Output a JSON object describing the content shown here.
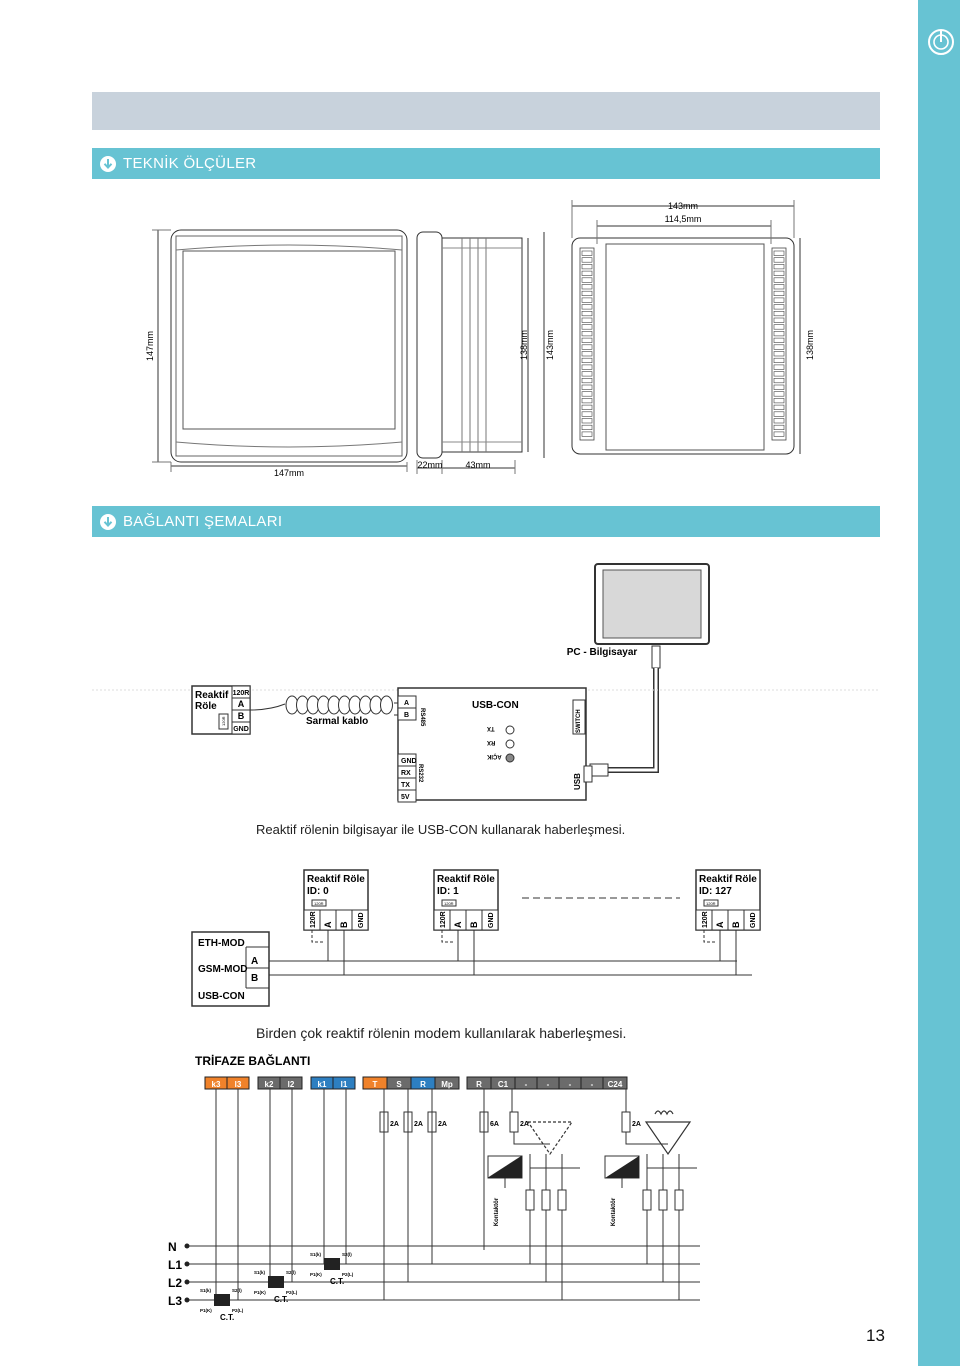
{
  "header": {
    "section1_title": "TEKNİK ÖLÇÜLER",
    "section2_title": "BAĞLANTI ŞEMALARI"
  },
  "dimensions": {
    "front_height": "147mm",
    "front_width": "147mm",
    "side_height_1": "138mm",
    "side_height_2": "143mm",
    "side_depth_a": "22mm",
    "side_depth_b": "43mm",
    "back_width_outer": "143mm",
    "back_width_inner": "114,5mm",
    "back_height": "138mm"
  },
  "usb_diagram": {
    "pc_label": "PC - Bilgisayar",
    "relay_title_1": "Reaktif",
    "relay_title_2": "Röle",
    "relay_terminals": [
      "120R",
      "A",
      "B",
      "GND"
    ],
    "relay_switch": "120R",
    "cable_label": "Sarmal kablo",
    "usbcon_title": "USB-CON",
    "rs485_pins": [
      "A",
      "B"
    ],
    "rs485_label": "RS485",
    "rs232_pins": [
      "GND",
      "RX",
      "TX",
      "5V"
    ],
    "rs232_label": "RS232",
    "leds": [
      "TX",
      "RX",
      "AÇIK"
    ],
    "switch_label": "SWITCH",
    "usb_label": "USB",
    "caption": "Reaktif rölenin bilgisayar ile USB-CON kullanarak haberleşmesi."
  },
  "modem_diagram": {
    "relays": [
      {
        "title": "Reaktif Röle",
        "id": "ID: 0"
      },
      {
        "title": "Reaktif Röle",
        "id": "ID: 1"
      },
      {
        "title": "Reaktif Röle",
        "id": "ID: 127"
      }
    ],
    "terminals": [
      "120R",
      "A",
      "B",
      "GND"
    ],
    "switch_label": "120R",
    "modems": [
      "ETH-MOD",
      "GSM-MOD",
      "USB-CON"
    ],
    "modem_pins": [
      "A",
      "B"
    ],
    "caption": "Birden çok reaktif rölenin modem kullanılarak haberleşmesi."
  },
  "trifaze": {
    "title": "TRİFAZE BAĞLANTI",
    "terminals": [
      {
        "label": "k3",
        "color": "#f0822a"
      },
      {
        "label": "l3",
        "color": "#f0822a"
      },
      {
        "label": "k2",
        "color": "#6b6b6b"
      },
      {
        "label": "l2",
        "color": "#6b6b6b"
      },
      {
        "label": "k1",
        "color": "#2d7fc1"
      },
      {
        "label": "l1",
        "color": "#2d7fc1"
      },
      {
        "label": "T",
        "color": "#f0822a"
      },
      {
        "label": "S",
        "color": "#6b6b6b"
      },
      {
        "label": "R",
        "color": "#2d7fc1"
      },
      {
        "label": "Mp",
        "color": "#6b6b6b"
      },
      {
        "label": "R",
        "color": "#6b6b6b"
      },
      {
        "label": "C1",
        "color": "#6b6b6b"
      },
      {
        "label": "-",
        "color": "#6b6b6b"
      },
      {
        "label": "-",
        "color": "#6b6b6b"
      },
      {
        "label": "-",
        "color": "#6b6b6b"
      },
      {
        "label": "-",
        "color": "#6b6b6b"
      },
      {
        "label": "C24",
        "color": "#6b6b6b"
      }
    ],
    "fuses": [
      "2A",
      "2A",
      "2A",
      "6A",
      "2A",
      "2A"
    ],
    "contactor_label": "Kontaktör",
    "lines": [
      "N",
      "L1",
      "L2",
      "L3"
    ],
    "ct_label": "C.T.",
    "ct_pins": [
      "S1(k)",
      "S2(l)",
      "P1(K)",
      "P2(L)"
    ]
  },
  "page_number": "13"
}
